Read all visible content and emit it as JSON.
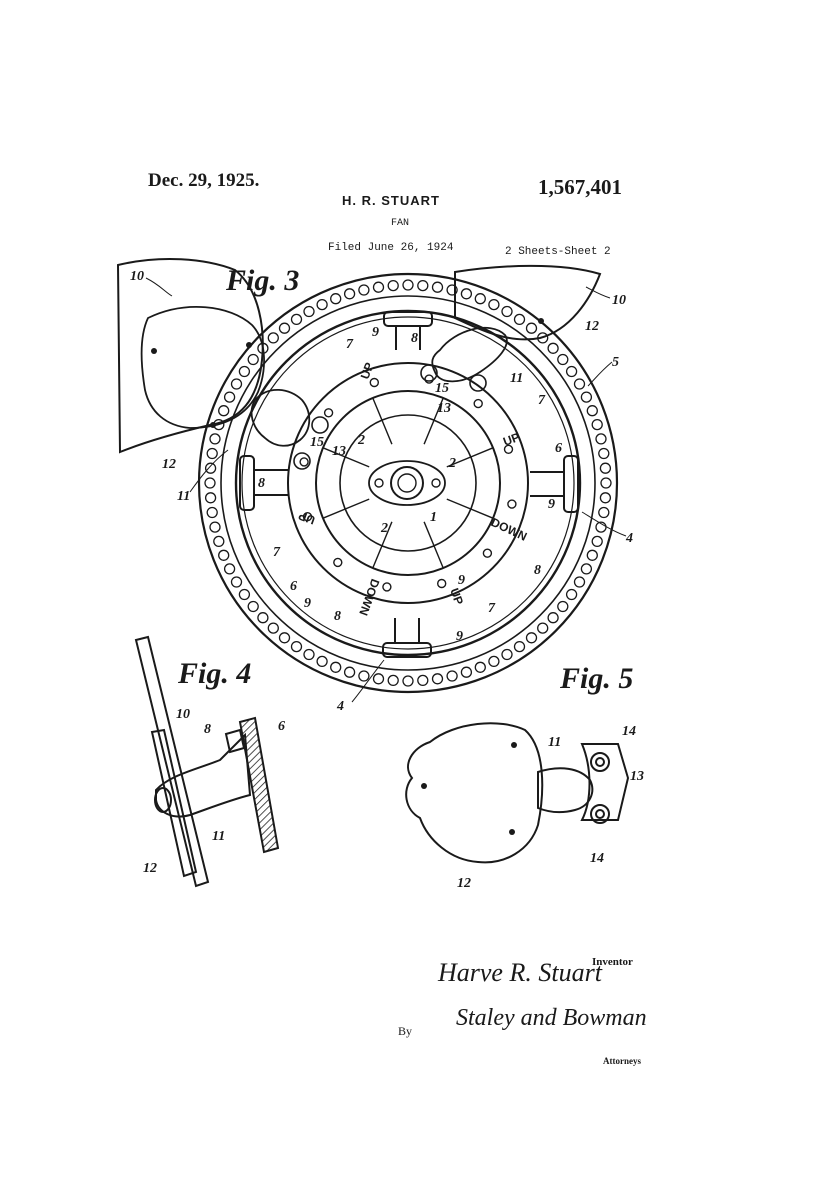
{
  "header": {
    "date": "Dec. 29, 1925.",
    "patent_number": "1,567,401",
    "inventor_name": "H. R. STUART",
    "title": "FAN",
    "filed": "Filed June 26, 1924",
    "sheets": "2 Sheets-Sheet 2"
  },
  "figures": {
    "fig3": {
      "label": "Fig. 3",
      "hub_labels": [
        "UP",
        "UP",
        "UP",
        "DOWN",
        "DOWN",
        "UP"
      ],
      "refs": [
        "10",
        "10",
        "12",
        "12",
        "11",
        "11",
        "9",
        "8",
        "7",
        "7",
        "15",
        "13",
        "15",
        "13",
        "2",
        "2",
        "2",
        "1",
        "6",
        "5",
        "4",
        "4",
        "8",
        "9",
        "9",
        "9",
        "9",
        "7",
        "7",
        "6",
        "8",
        "8"
      ]
    },
    "fig4": {
      "label": "Fig. 4",
      "refs": [
        "10",
        "8",
        "6",
        "11",
        "12"
      ]
    },
    "fig5": {
      "label": "Fig. 5",
      "refs": [
        "11",
        "14",
        "13",
        "14",
        "12"
      ]
    }
  },
  "signatures": {
    "inventor_label": "Inventor",
    "inventor": "Harve R. Stuart",
    "by": "By",
    "attorney": "Staley and Bowman",
    "attorney_label": "Attorneys"
  }
}
